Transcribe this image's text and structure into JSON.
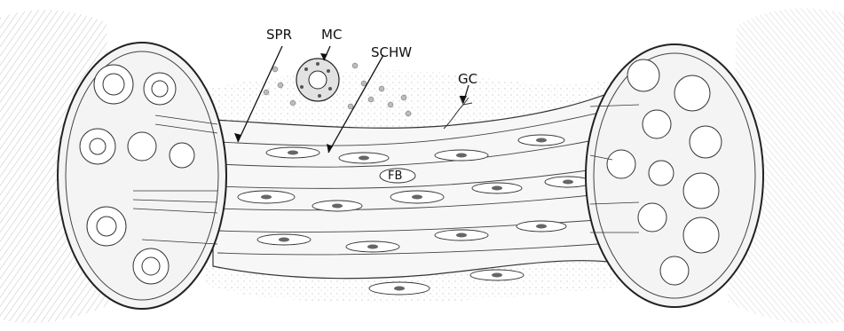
{
  "labels": {
    "spr": "SPR",
    "mc": "MC",
    "schw": "SCHW",
    "gc": "GC",
    "fb": "FB"
  },
  "colors": {
    "ink": "#222222",
    "paper": "#ffffff",
    "stipple": "#9a9a9a"
  }
}
